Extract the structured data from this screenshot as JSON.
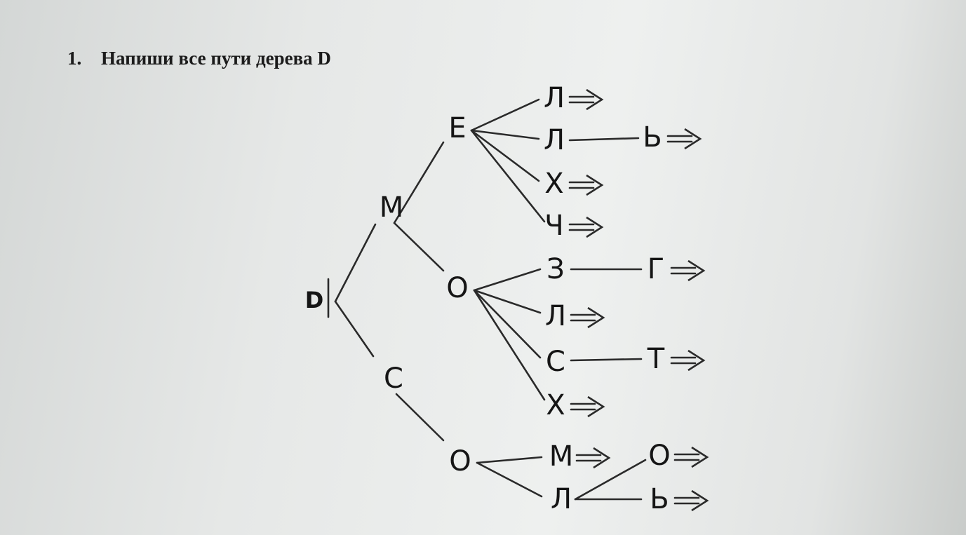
{
  "task": {
    "number": "1.",
    "text": "Напиши все пути дерева D"
  },
  "tree": {
    "nodes": [
      {
        "id": "root",
        "label": "D"
      },
      {
        "id": "m",
        "label": "М"
      },
      {
        "id": "c",
        "label": "С"
      },
      {
        "id": "e",
        "label": "Е"
      },
      {
        "id": "o1",
        "label": "О"
      },
      {
        "id": "o2",
        "label": "О"
      },
      {
        "id": "e1",
        "label": "Л"
      },
      {
        "id": "e2",
        "label": "Л"
      },
      {
        "id": "e3",
        "label": "Х"
      },
      {
        "id": "e4",
        "label": "Ч"
      },
      {
        "id": "o1a",
        "label": "З"
      },
      {
        "id": "o1b",
        "label": "Л"
      },
      {
        "id": "o1c",
        "label": "С"
      },
      {
        "id": "o1d",
        "label": "Х"
      },
      {
        "id": "o2a",
        "label": "М"
      },
      {
        "id": "o2b",
        "label": "Л"
      },
      {
        "id": "e2a",
        "label": "Ь"
      },
      {
        "id": "o1aa",
        "label": "Г"
      },
      {
        "id": "o1ca",
        "label": "Т"
      },
      {
        "id": "o2ba",
        "label": "О"
      },
      {
        "id": "o2bb",
        "label": "Ь"
      }
    ],
    "edges": [
      [
        "root",
        "m"
      ],
      [
        "root",
        "c"
      ],
      [
        "m",
        "e"
      ],
      [
        "m",
        "o1"
      ],
      [
        "c",
        "o2"
      ],
      [
        "e",
        "e1"
      ],
      [
        "e",
        "e2"
      ],
      [
        "e",
        "e3"
      ],
      [
        "e",
        "e4"
      ],
      [
        "o1",
        "o1a"
      ],
      [
        "o1",
        "o1b"
      ],
      [
        "o1",
        "o1c"
      ],
      [
        "o1",
        "o1d"
      ],
      [
        "o2",
        "o2a"
      ],
      [
        "o2",
        "o2b"
      ],
      [
        "e2",
        "e2a"
      ],
      [
        "o1a",
        "o1aa"
      ],
      [
        "o1c",
        "o1ca"
      ],
      [
        "o2b",
        "o2ba"
      ],
      [
        "o2b",
        "o2bb"
      ]
    ],
    "path_ends": [
      "e1",
      "e2a",
      "e3",
      "e4",
      "o1aa",
      "o1b",
      "o1ca",
      "o1d",
      "o2a",
      "o2ba",
      "o2bb"
    ]
  }
}
